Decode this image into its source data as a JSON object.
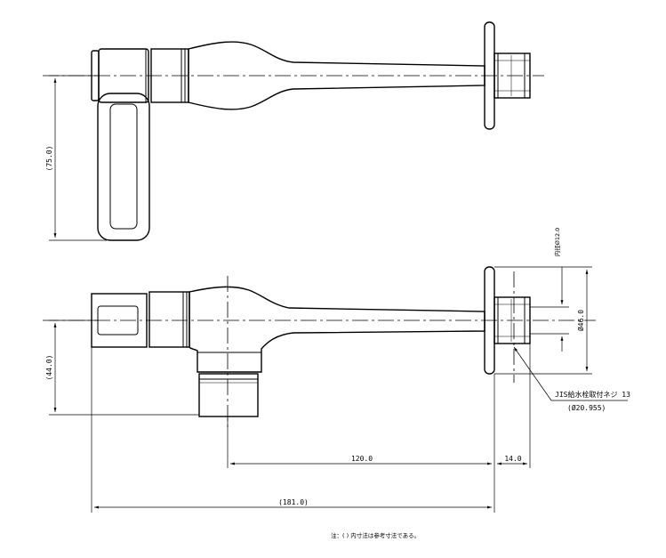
{
  "dimensions": {
    "height_top_view": "(75.0)",
    "height_front_view": "(44.0)",
    "length_120": "120.0",
    "length_14": "14.0",
    "total_length": "(181.0)",
    "inner_diameter": "内径Ø12.0",
    "flange_diameter": "Ø46.0"
  },
  "callout": {
    "thread_label": "JIS給水栓取付ネジ 13",
    "thread_diameter": "(Ø20.955)"
  },
  "note": "注：( ) 内寸法は参考寸法である。"
}
